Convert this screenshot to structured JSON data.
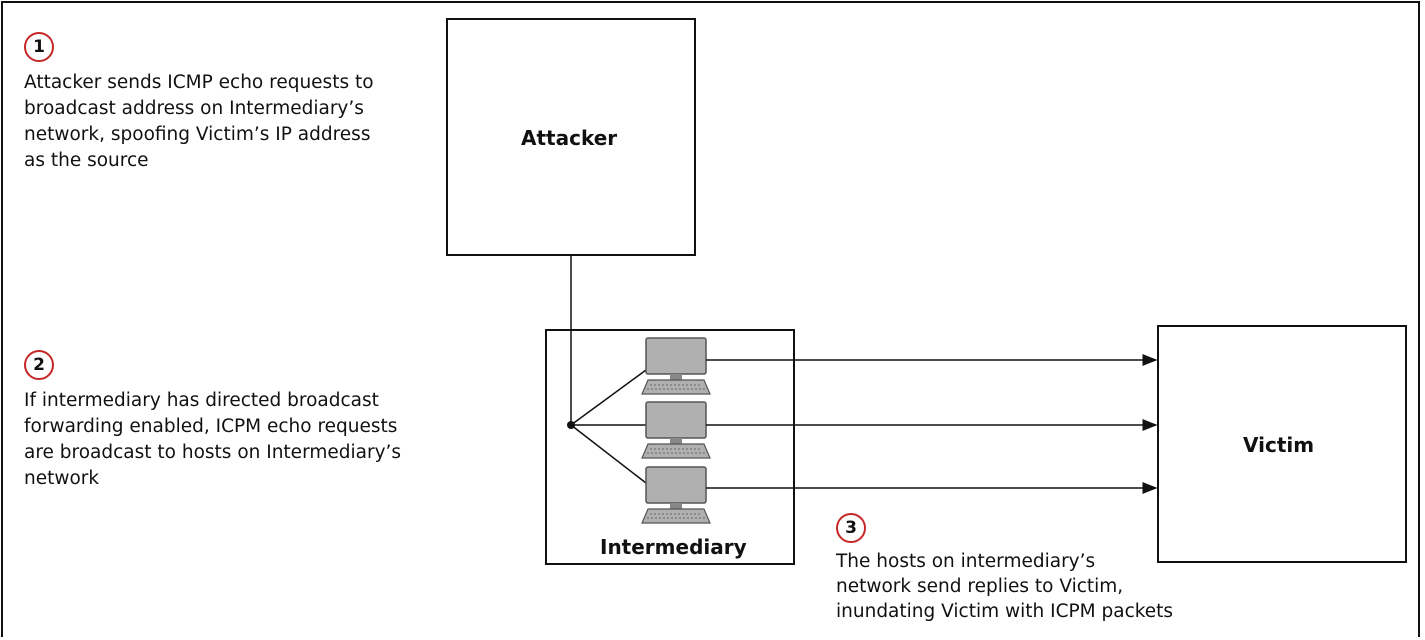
{
  "steps": [
    {
      "number": "1",
      "lines": [
        "Attacker sends ICMP echo requests to",
        "broadcast address on Intermediary’s",
        "network, spoofing Victim’s IP address",
        "as the source"
      ]
    },
    {
      "number": "2",
      "lines": [
        "If intermediary has directed broadcast",
        "forwarding enabled, ICPM echo requests",
        "are broadcast to hosts on Intermediary’s",
        "network"
      ]
    },
    {
      "number": "3",
      "lines": [
        "The hosts on intermediary’s",
        "network send replies to Victim,",
        "inundating Victim with ICPM packets"
      ]
    }
  ],
  "nodes": {
    "attacker": "Attacker",
    "intermediary": "Intermediary",
    "victim": "Victim"
  },
  "colors": {
    "badge_ring": "#c62828",
    "line": "#111111",
    "monitor_gray": "#b0b0b0"
  },
  "icons": [
    "computer-host-icon",
    "computer-host-icon",
    "computer-host-icon"
  ]
}
